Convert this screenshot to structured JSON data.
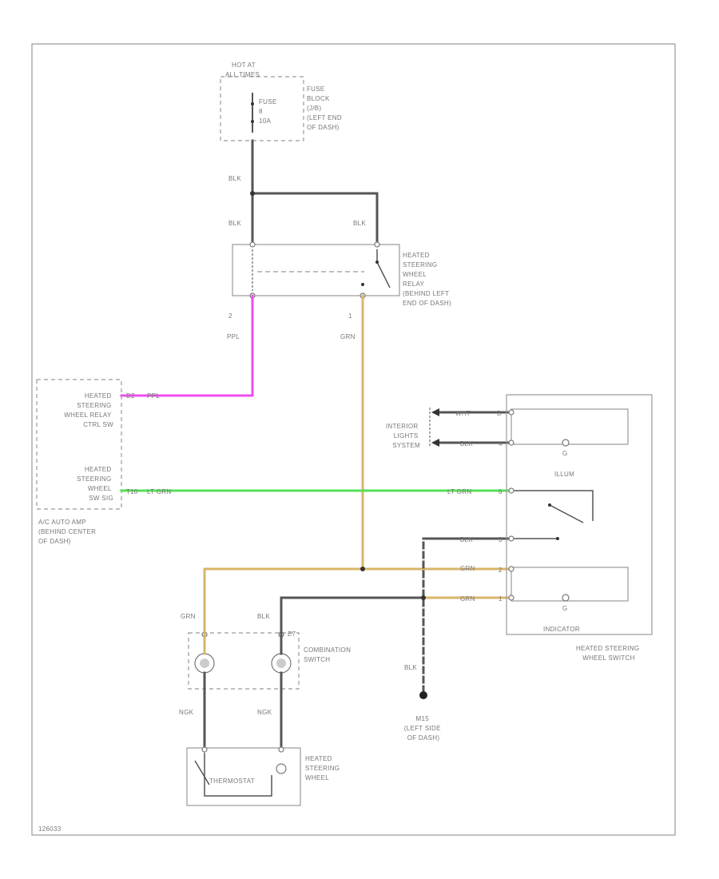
{
  "fuse_block": {
    "source": "HOT AT ALL TIMES",
    "fuse": [
      "FUSE",
      "8",
      "10A"
    ],
    "location": [
      "FUSE",
      "BLOCK",
      "(J/B)",
      "(LEFT END",
      "OF DASH)"
    ]
  },
  "relay": {
    "name": [
      "HEATED",
      "STEERING",
      "WHEEL",
      "RELAY",
      "(BEHIND LEFT",
      "END OF DASH)"
    ],
    "pins": {
      "p2": "2",
      "p1": "1"
    }
  },
  "ac_amp": {
    "relay_ctrl_sw": [
      "HEATED",
      "STEERING",
      "WHEEL RELAY",
      "CTRL SW"
    ],
    "wheel_sw_sig": [
      "HEATED",
      "STEERING",
      "WHEEL",
      "SW SIG"
    ],
    "location": [
      "A/C AUTO AMP",
      "(BEHIND CENTER",
      "OF DASH)"
    ],
    "pin_a": "D2",
    "pin_b": "T10"
  },
  "lights": {
    "name": [
      "INTERIOR",
      "LIGHTS",
      "SYSTEM"
    ]
  },
  "switch": {
    "illum": "ILLUM",
    "indicator": "INDICATOR",
    "name": [
      "HEATED STEERING",
      "WHEEL SWITCH"
    ],
    "pins": [
      "D",
      "4",
      "6",
      "3",
      "2",
      "1"
    ]
  },
  "combo": {
    "name": [
      "COMBINATION",
      "SWITCH"
    ],
    "pin": "E7"
  },
  "wheel": {
    "thermostat": "THERMOSTAT",
    "name": [
      "HEATED",
      "STEERING",
      "WHEEL"
    ]
  },
  "ground": {
    "name": [
      "M15",
      "(LEFT SIDE",
      "OF DASH)"
    ]
  },
  "wire_labels": {
    "blk": "BLK",
    "ppl": "PPL",
    "grn": "GRN",
    "wht": "WHT",
    "lt_grn": "LT GRN",
    "ngk": "NGK",
    "gd": "G"
  },
  "footer": {
    "code": "126033"
  },
  "colors": {
    "blk": "#555555",
    "ppl": "#f04cf0",
    "grn": "#d9b56a",
    "lt_grn": "#55e055"
  }
}
